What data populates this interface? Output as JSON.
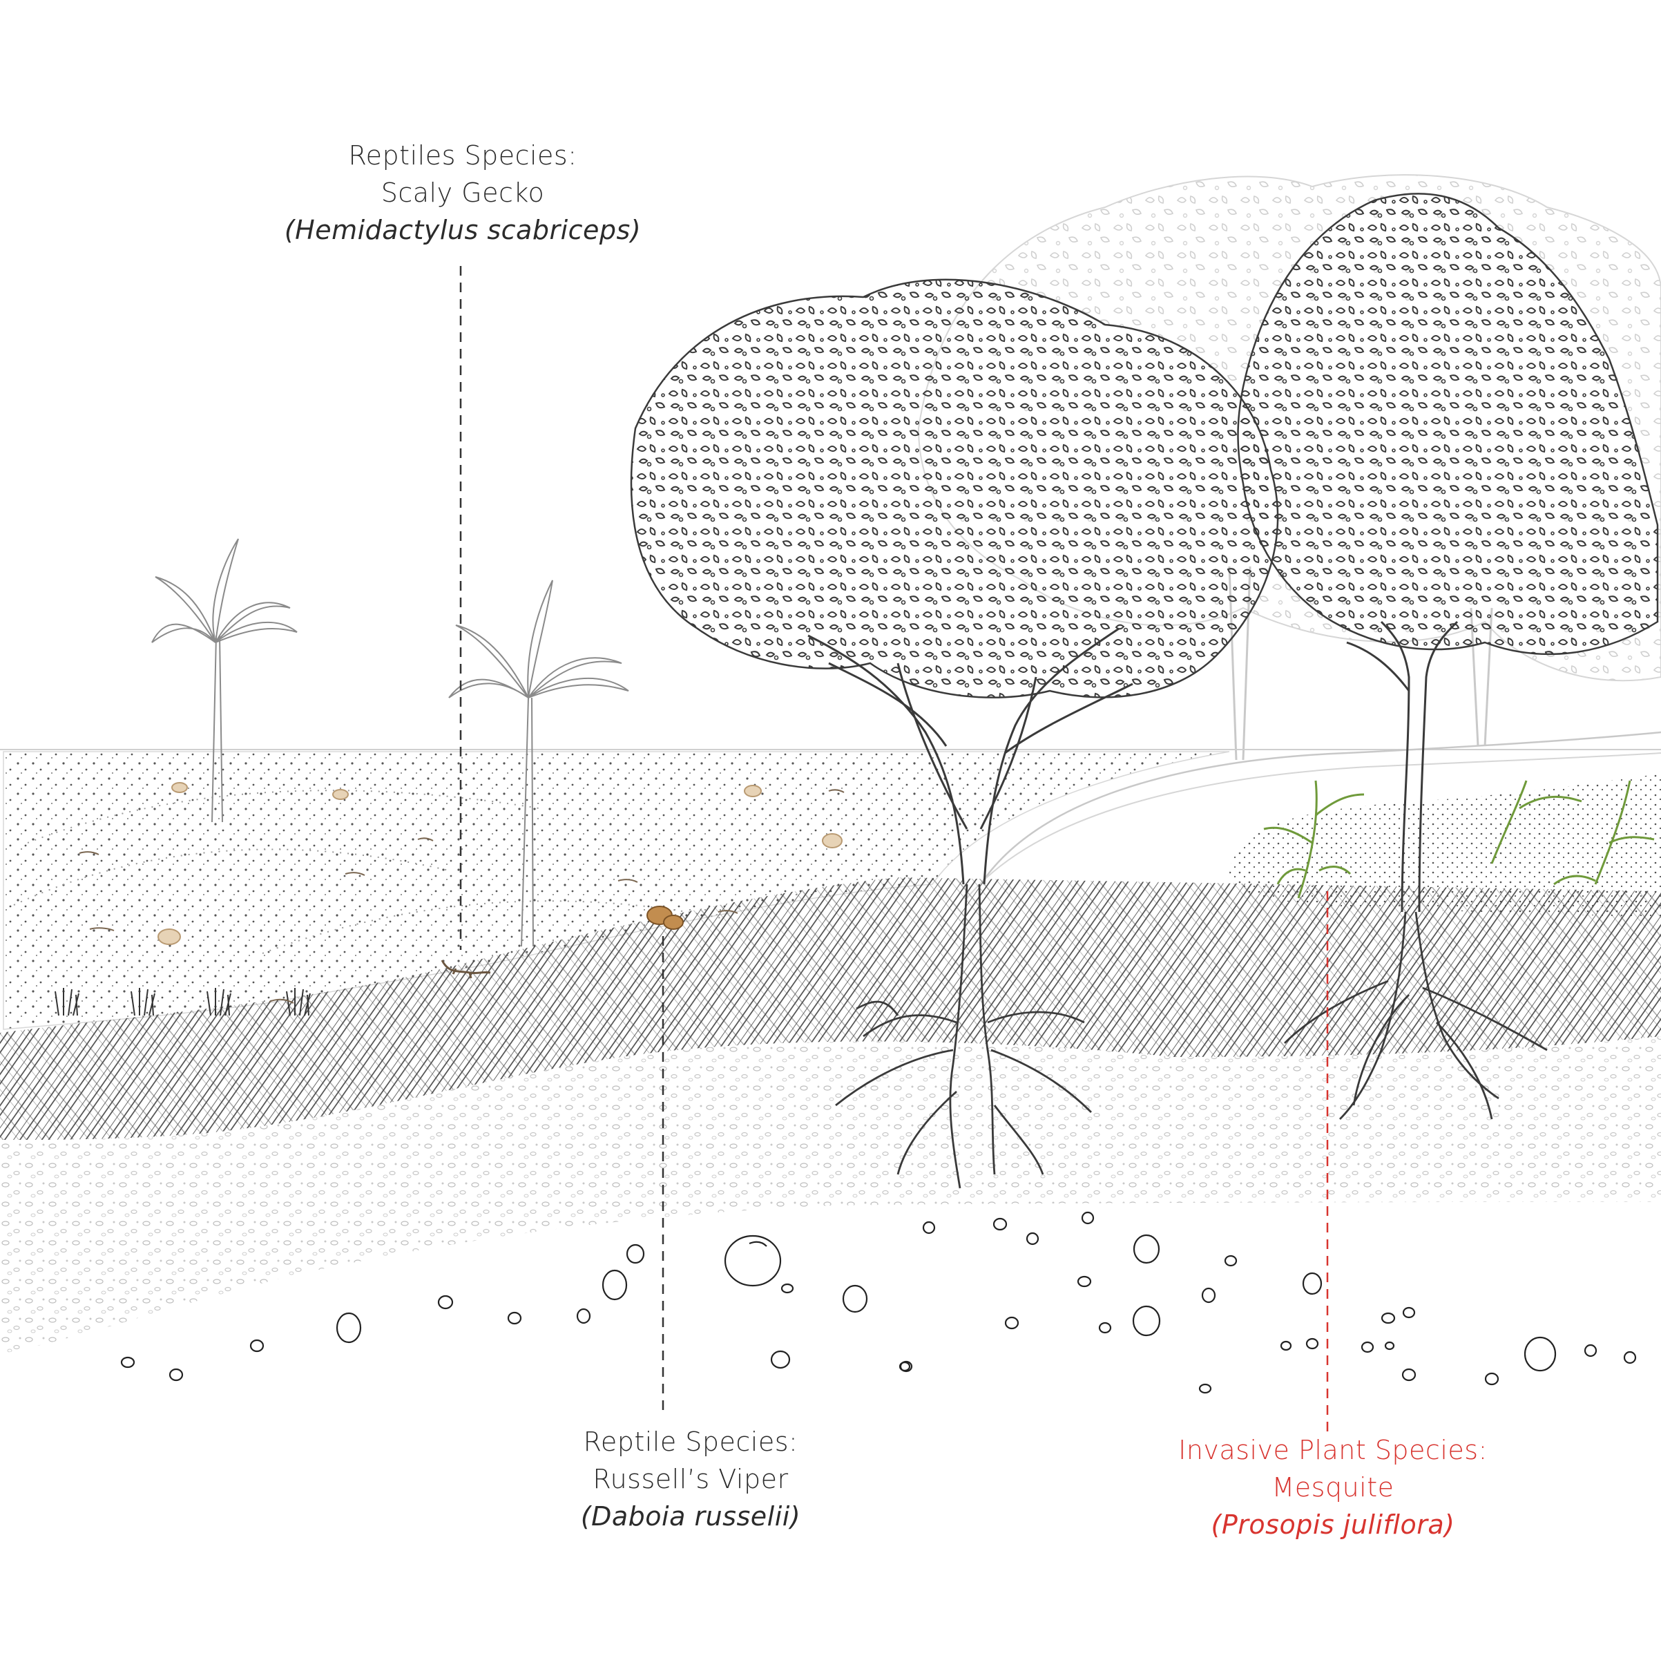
{
  "annotations": {
    "gecko": {
      "category": "Reptiles Species:",
      "common_name": "Scaly Gecko",
      "scientific_name": "(Hemidactylus scabriceps)"
    },
    "viper": {
      "category": "Reptile Species:",
      "common_name": "Russell’s Viper",
      "scientific_name": "(Daboia russelii)"
    },
    "mesquite": {
      "category": "Invasive Plant Species:",
      "common_name": "Mesquite",
      "scientific_name": "(Prosopis juliflora)"
    }
  },
  "colors": {
    "line": "#2b2b2b",
    "faint_line": "#c9c9c9",
    "invasive_accent": "#d8342f",
    "viper_brown": "#b07a3a",
    "mesquite_green": "#6f9a3a"
  }
}
